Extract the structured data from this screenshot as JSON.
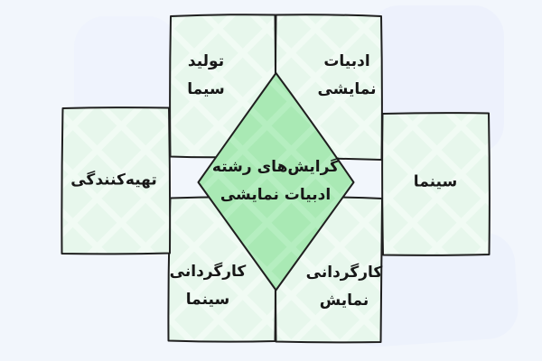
{
  "diagram": {
    "type": "mind-map",
    "language": "fa",
    "direction": "rtl"
  },
  "center": {
    "id": "field-orientations",
    "label_line1": "گرایش‌های رشته",
    "label_line2": "ادبیات نمایشی"
  },
  "branches": [
    {
      "id": "tv-production",
      "position": "top-left",
      "label_line1": "تولید",
      "label_line2": "سیما"
    },
    {
      "id": "dramatic-literature",
      "position": "top-right",
      "label_line1": "ادبیات",
      "label_line2": "نمایشی"
    },
    {
      "id": "producing",
      "position": "left",
      "label_line1": "تهیه‌کنندگی",
      "label_line2": ""
    },
    {
      "id": "cinema",
      "position": "right",
      "label_line1": "سینما",
      "label_line2": ""
    },
    {
      "id": "cinema-directing",
      "position": "bottom-left",
      "label_line1": "کارگردانی",
      "label_line2": "سینما"
    },
    {
      "id": "theater-directing",
      "position": "bottom-right",
      "label_line1": "کارگردانی",
      "label_line2": "نمایش"
    }
  ],
  "colors": {
    "background": "#f2f6fc",
    "box_fill": "#e7f7ec",
    "box_hatch": "#f1fbf4",
    "diamond_fill": "#a9e9b4",
    "diamond_hatch": "#b5eec0",
    "border": "#1f1f1f",
    "text": "#171717",
    "watermark": "#e9effc"
  }
}
